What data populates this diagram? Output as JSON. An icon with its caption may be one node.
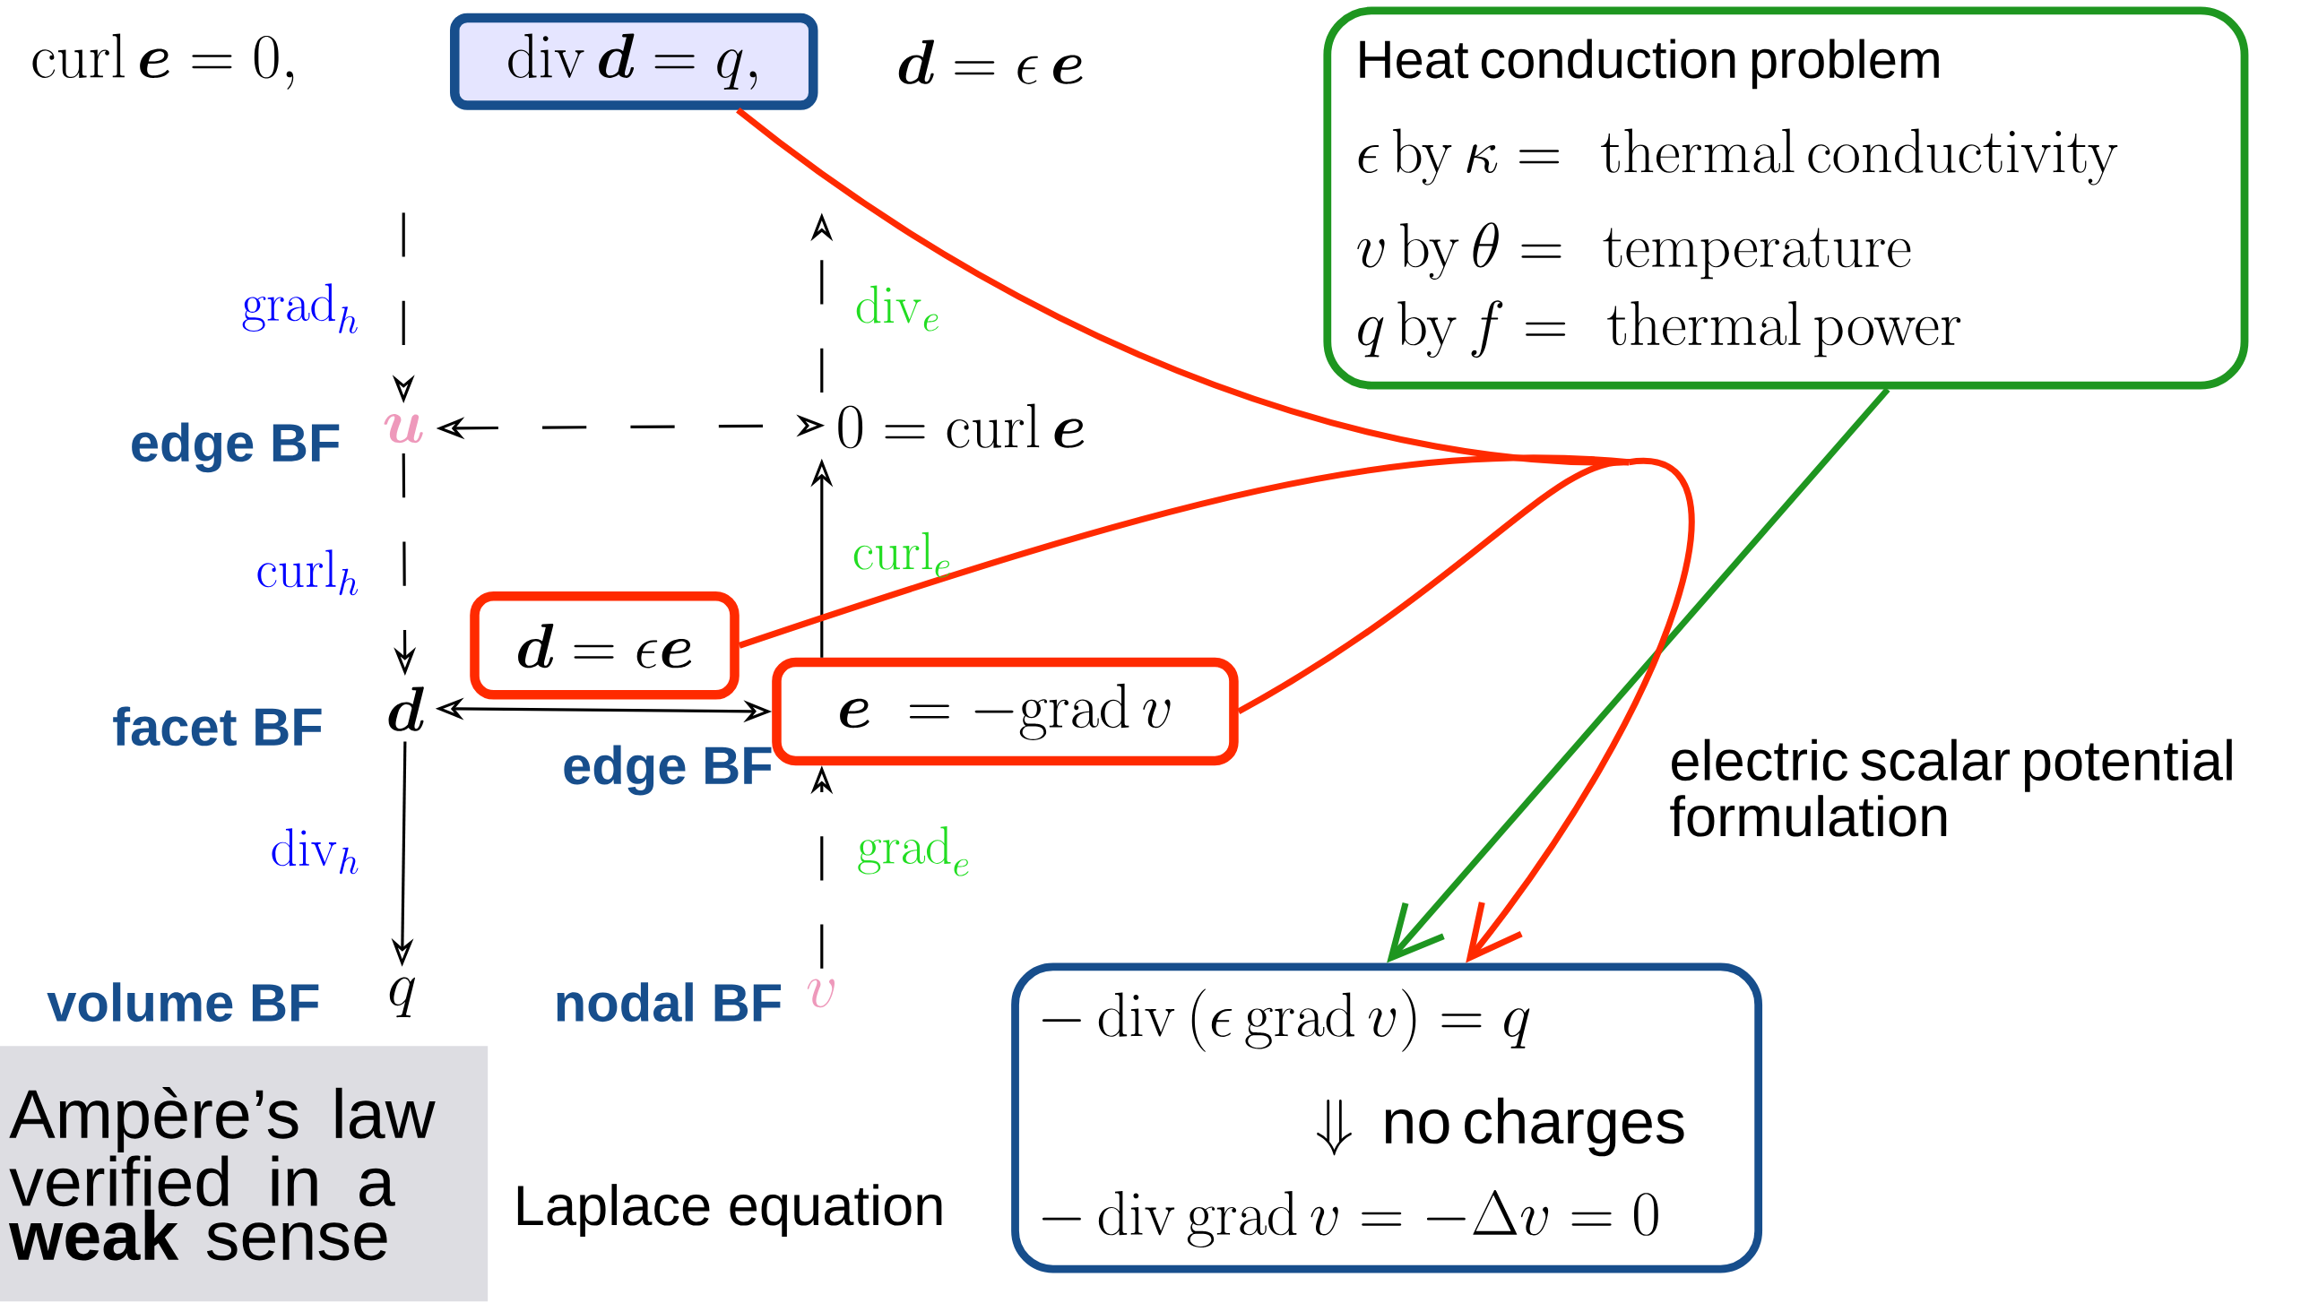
{
  "diagram": {
    "nodes": [
      {
        "text": [
          "\\mathrm{div}\\,\\boldsymbol{d}=q,"
        ]
      },
      {
        "text": [
          "Heat conduction problem",
          "\\epsilon\\ \\mathrm{by}\\ \\kappa =\\ \\ \\mathrm{thermal\\ conductivity}",
          "v\\ \\mathrm{by}\\ \\theta =\\ \\ \\mathrm{temperature}",
          "q\\ \\mathrm{by}\\ f =\\ \\ \\mathrm{thermal\\ power}"
        ]
      },
      {
        "text": [
          "\\boldsymbol{u}"
        ],
        "beside": [
          "edge BF"
        ]
      },
      {
        "text": [
          "0=\\mathrm{curl}\\,\\boldsymbol{e}"
        ]
      },
      {
        "text": [
          "\\boldsymbol{d}=\\epsilon\\boldsymbol{e}"
        ]
      },
      {
        "text": [
          "\\boldsymbol{d}"
        ],
        "beside": [
          "facet BF"
        ]
      },
      {
        "text": [
          "\\boldsymbol{e}\\ =-\\mathrm{grad}\\,v"
        ],
        "beside": [
          "edge BF"
        ]
      },
      {
        "text": [
          "q"
        ]
      },
      {
        "text": [
          "v"
        ],
        "beside": [
          "nodal BF"
        ]
      },
      {
        "text": [
          "-\\,\\mathrm{div}\\,(\\epsilon\\,\\mathrm{grad}\\,v)=q",
          "\\Downarrow\\text{ no charges}",
          "-\\,\\mathrm{div}\\,\\mathrm{grad}\\,v=-\\Delta v=0"
        ]
      },
      {
        "text": [
          "Ampère’s law verified in a **weak** sense"
        ]
      }
    ],
    "edges": [
      {
        "from": null,
        "to": 2,
        "arrow": "to",
        "label": "\\mathrm{grad}_h",
        "style": "dashed"
      },
      {
        "from": 2,
        "to": 5,
        "arrow": "to",
        "label": "\\mathrm{curl}_h",
        "style": "dashed"
      },
      {
        "from": 5,
        "to": 7,
        "arrow": "to",
        "label": "\\mathrm{div}_h"
      },
      {
        "from": 2,
        "to": 3,
        "arrow": "both",
        "style": "dashed"
      },
      {
        "from": 5,
        "to": 6,
        "arrow": "both"
      },
      {
        "from": 8,
        "to": 6,
        "arrow": "to",
        "label": "\\mathrm{grad}_e",
        "style": "dashed"
      },
      {
        "from": 6,
        "to": 3,
        "arrow": "to",
        "label": "\\mathrm{curl}_e"
      },
      {
        "from": 3,
        "to": null,
        "arrow": "to",
        "label": "\\mathrm{div}_e",
        "style": "dashed"
      },
      {
        "from": 0,
        "to": 9,
        "arrow": "to",
        "style": "thick",
        "color": "#ff2a00"
      },
      {
        "from": 4,
        "to": 9,
        "arrow": "to",
        "style": "thick",
        "color": "#ff2a00"
      },
      {
        "from": 6,
        "to": 9,
        "arrow": "to",
        "style": "thick",
        "color": "#ff2a00"
      },
      {
        "from": 1,
        "to": 9,
        "arrow": "to",
        "style": "thick",
        "color": "#1e9620"
      }
    ],
    "labels": [
      "\\mathrm{curl}\\,\\boldsymbol{e}=0,",
      "\\boldsymbol{d}=\\epsilon\\,\\boldsymbol{e}",
      "electric scalar potential formulation",
      "volume BF",
      "Laplace equation"
    ]
  }
}
